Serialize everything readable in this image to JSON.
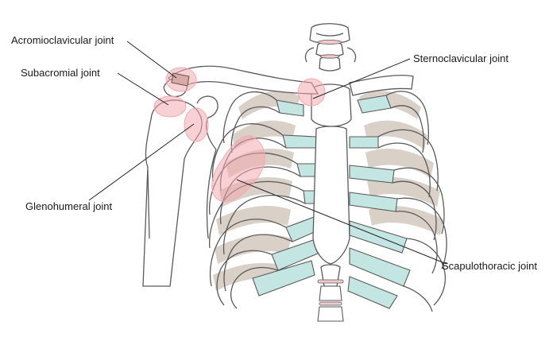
{
  "labels": {
    "acromioclavicular": "Acromioclavicular joint",
    "subacromial": "Subacromial joint",
    "glenohumeral": "Glenohumeral  joint",
    "sternoclavicular": "Sternoclavicular joint",
    "scapulothoracic": "Scapulothoracic joint"
  },
  "colors": {
    "outline": "#5a5a5a",
    "bone_fill": "#ffffff",
    "rib_shadow": "#d9d0c8",
    "cartilage": "#c4e6e3",
    "joint_highlight": "#f4aab0",
    "disc": "#f2c9cc",
    "leader_line": "#222222"
  }
}
